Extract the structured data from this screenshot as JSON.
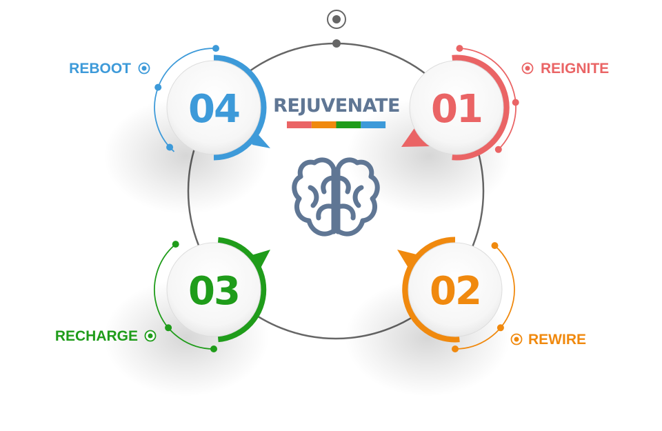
{
  "title": "REJUVENATE",
  "colors": {
    "ring": "#666666",
    "title": "#5f7694",
    "brain": "#5f7694",
    "bar": [
      "#ea6465",
      "#f0890e",
      "#1f9c1a",
      "#3d9ad9"
    ]
  },
  "icons": {
    "center": "brain-icon",
    "top_marker": "target-icon"
  },
  "steps": [
    {
      "number": "01",
      "label": "REIGNITE",
      "color": "#ea6465"
    },
    {
      "number": "02",
      "label": "REWIRE",
      "color": "#f0890e"
    },
    {
      "number": "03",
      "label": "RECHARGE",
      "color": "#1f9c1a"
    },
    {
      "number": "04",
      "label": "REBOOT",
      "color": "#3d9ad9"
    }
  ]
}
